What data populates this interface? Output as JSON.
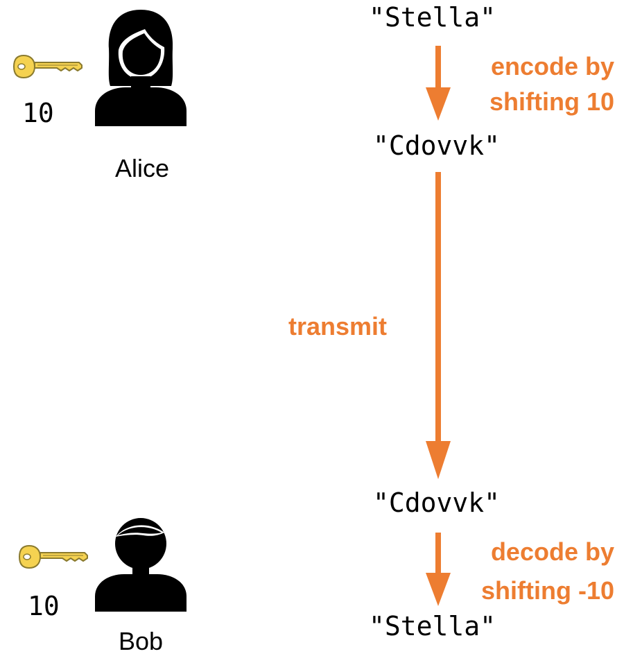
{
  "colors": {
    "accent": "#ED7D31",
    "key": "#F5D251",
    "key_outline": "#8A7A2E",
    "person": "#000000"
  },
  "icons": {
    "alice": "woman-user-icon",
    "bob": "man-user-icon",
    "key": "key-icon"
  },
  "alice": {
    "name": "Alice",
    "key_value": "10"
  },
  "bob": {
    "name": "Bob",
    "key_value": "10"
  },
  "flow": {
    "plaintext_top": "\"Stella\"",
    "encode_line1": "encode by",
    "encode_line2": "shifting 10",
    "ciphertext_sent": "\"Cdovvk\"",
    "transmit": "transmit",
    "ciphertext_received": "\"Cdovvk\"",
    "decode_line1": "decode by",
    "decode_line2": "shifting -10",
    "plaintext_bottom": "\"Stella\""
  }
}
